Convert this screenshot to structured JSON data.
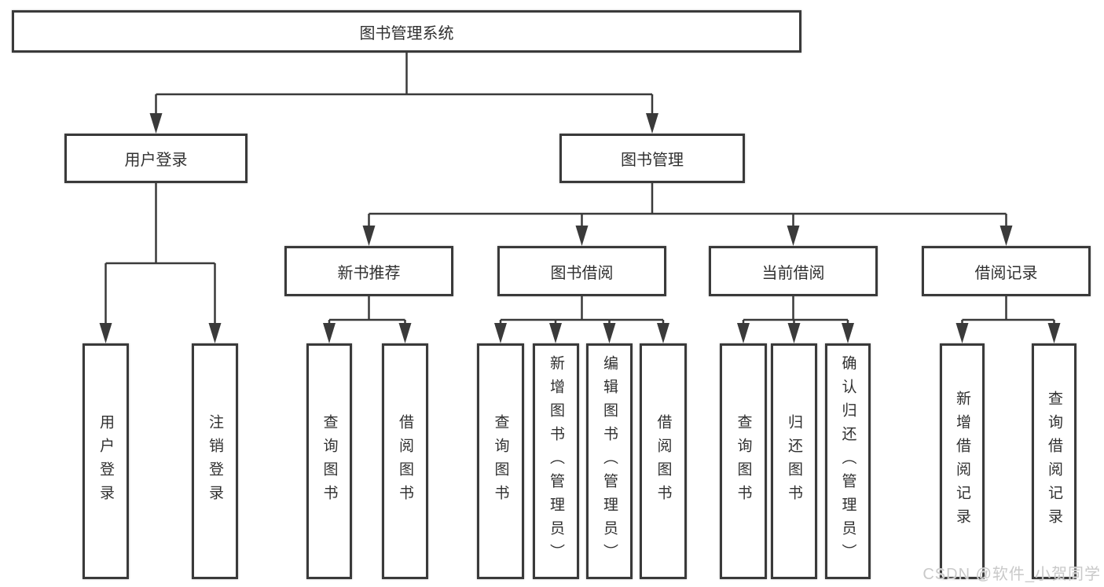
{
  "diagram": {
    "root": {
      "label": "图书管理系统"
    },
    "level2": [
      {
        "label": "用户登录"
      },
      {
        "label": "图书管理"
      }
    ],
    "level3": [
      {
        "label": "新书推荐"
      },
      {
        "label": "图书借阅"
      },
      {
        "label": "当前借阅"
      },
      {
        "label": "借阅记录"
      }
    ],
    "leaves": [
      {
        "label": "用户登录",
        "parent": "用户登录"
      },
      {
        "label": "注销登录",
        "parent": "用户登录"
      },
      {
        "label": "查询图书",
        "parent": "新书推荐"
      },
      {
        "label": "借阅图书",
        "parent": "新书推荐"
      },
      {
        "label": "查询图书",
        "parent": "图书借阅"
      },
      {
        "label": "新增图书（管理员）",
        "parent": "图书借阅"
      },
      {
        "label": "编辑图书（管理员）",
        "parent": "图书借阅"
      },
      {
        "label": "借阅图书",
        "parent": "图书借阅"
      },
      {
        "label": "查询图书",
        "parent": "当前借阅"
      },
      {
        "label": "归还图书",
        "parent": "当前借阅"
      },
      {
        "label": "确认归还（管理员）",
        "parent": "当前借阅"
      },
      {
        "label": "新增借阅记录",
        "parent": "借阅记录"
      },
      {
        "label": "查询借阅记录",
        "parent": "借阅记录"
      }
    ],
    "watermark": "CSDN @软件_小贺同学",
    "colors": {
      "line": "#3a3a3a",
      "text": "#303030",
      "background": "#ffffff",
      "watermark": "#c9c9c9"
    }
  }
}
